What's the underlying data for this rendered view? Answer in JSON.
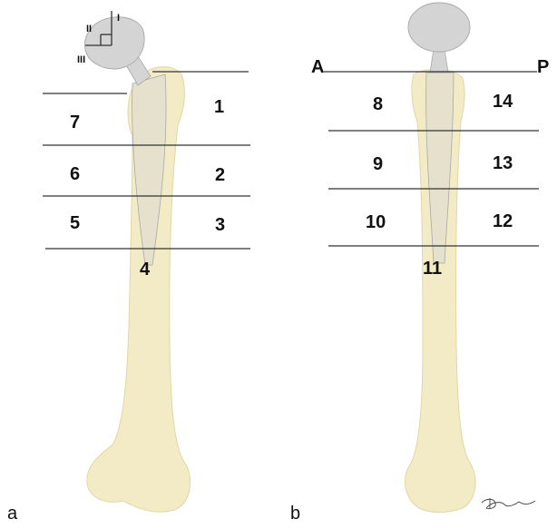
{
  "panels": {
    "a": "a",
    "b": "b"
  },
  "ap_markers": {
    "anterior": "A",
    "posterior": "P"
  },
  "acetabular_zones": [
    "I",
    "II",
    "III"
  ],
  "ap_view_zones": [
    "1",
    "2",
    "3",
    "4",
    "5",
    "6",
    "7"
  ],
  "lateral_view_zones": [
    "8",
    "9",
    "10",
    "11",
    "12",
    "13",
    "14"
  ],
  "colors": {
    "bone": "#f3ebc5",
    "bone_edge": "#e2d6a4",
    "implant": "#d4d4d4",
    "implant_edge": "#a8a8a8",
    "line": "#333333"
  }
}
